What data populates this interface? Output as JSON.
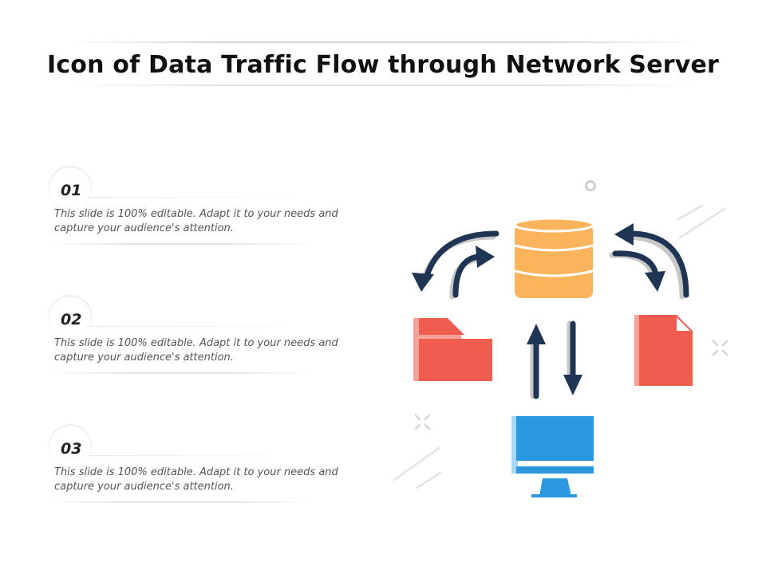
{
  "title": "Icon of Data Traffic Flow through Network Server",
  "items": [
    {
      "number": "01",
      "text": "This slide is 100% editable. Adapt it to your needs and capture your audience's attention."
    },
    {
      "number": "02",
      "text": "This slide is 100% editable. Adapt it to your needs and capture your audience's attention."
    },
    {
      "number": "03",
      "text": "This slide is 100% editable. Adapt it to your needs and capture your audience's attention."
    }
  ],
  "colors": {
    "database": "#FBB45C",
    "folder": "#F05D4F",
    "monitor": "#2A98DF",
    "arrow": "#1F3553",
    "shadow": "#C7C7C7"
  },
  "icons": [
    "database-icon",
    "folder-icon",
    "document-icon",
    "monitor-icon",
    "curved-arrow-icon",
    "up-arrow-icon",
    "down-arrow-icon"
  ]
}
